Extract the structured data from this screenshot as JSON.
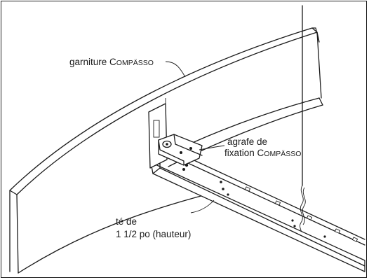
{
  "labels": {
    "trim": {
      "prefix": "garniture ",
      "brand_initial": "C",
      "brand_rest": "OMPÄSSO"
    },
    "clip": {
      "line1": "agrafe de",
      "line2_prefix": "fixation ",
      "brand_initial": "C",
      "brand_rest": "OMPÄSSO"
    },
    "tee": {
      "line1": "té de",
      "line2": "1 1/2 po (hauteur)"
    }
  },
  "colors": {
    "line": "#1a1a1a",
    "background": "#ffffff"
  }
}
